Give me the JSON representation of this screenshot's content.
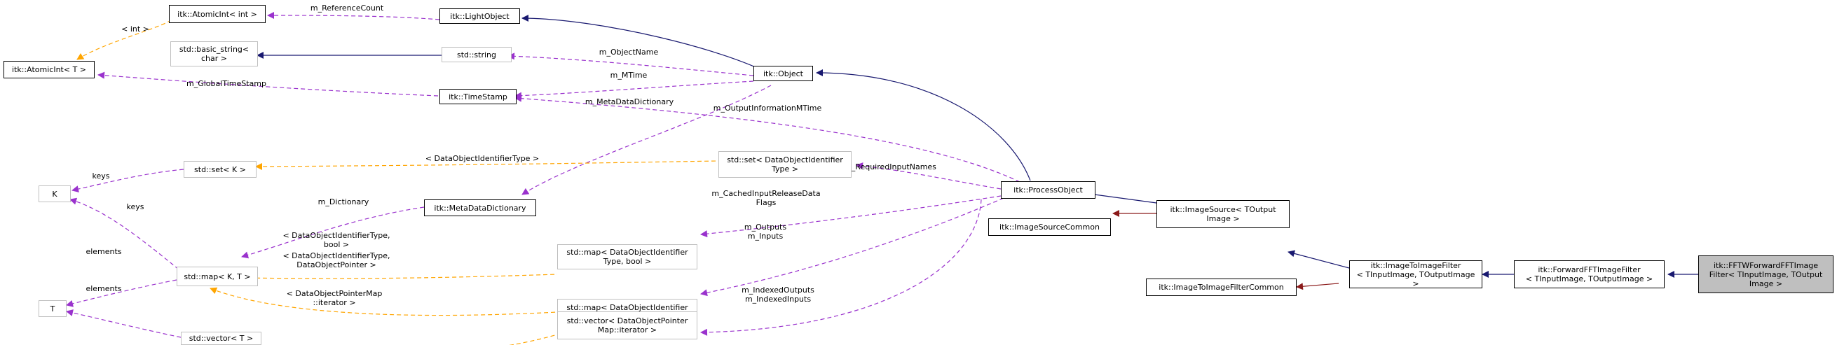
{
  "colors": {
    "inheritance": "#191970",
    "usage": "#9a32cd",
    "template": "#ffa500",
    "protected": "#8b1a1a",
    "node_border": "#000000",
    "faded_border": "#bfbfbf",
    "current_fill": "#bfbfbf"
  },
  "nodes": {
    "atomicint_int": "itk::AtomicInt< int >",
    "atomicint_t": "itk::AtomicInt< T >",
    "lightobject": "itk::LightObject",
    "basic_string": "std::basic_string<\nchar >",
    "std_string": "std::string",
    "timestamp": "itk::TimeStamp",
    "object": "itk::Object",
    "k": "K",
    "std_set_k": "std::set< K >",
    "std_map_kt": "std::map< K, T >",
    "t": "T",
    "std_vector_t": "std::vector< T >",
    "metadatadictionary": "itk::MetaDataDictionary",
    "std_set_doi": "std::set< DataObjectIdentifier\nType >",
    "std_map_doi_bool": "std::map< DataObjectIdentifier\nType, bool >",
    "std_map_doi_dop": "std::map< DataObjectIdentifier\nType, DataObjectPointer >",
    "std_vector_dop": "std::vector< DataObjectPointer\nMap::iterator >",
    "processobject": "itk::ProcessObject",
    "imagesourcecommon": "itk::ImageSourceCommon",
    "imagesource": "itk::ImageSource< TOutput\nImage >",
    "imagetoimagefiltercommon": "itk::ImageToImageFilterCommon",
    "imagetoimagefilter": "itk::ImageToImageFilter\n< TInputImage, TOutputImage >",
    "forwardfftimagefilter": "itk::ForwardFFTImageFilter\n< TInputImage, TOutputImage >",
    "fftwforwardfftimagefilter": "itk::FFTWForwardFFTImage\nFilter< TInputImage, TOutput\nImage >"
  },
  "labels": {
    "int_tmpl": "< int >",
    "m_referencecount": "m_ReferenceCount",
    "m_globaltimestamp": "m_GlobalTimeStamp",
    "m_objectname": "m_ObjectName",
    "m_mtime": "m_MTime",
    "m_metadatadictionary": "m_MetaDataDictionary",
    "m_outputinformationmtime": "m_OutputInformationMTime",
    "doi_type_tmpl": "< DataObjectIdentifierType >",
    "m_requiredinputnames": "m_RequiredInputNames",
    "keys_set": "keys",
    "keys_map": "keys",
    "m_dictionary": "m_Dictionary",
    "m_cachedinputreleasedataflags": "m_CachedInputReleaseData\nFlags",
    "doi_bool_tmpl": "< DataObjectIdentifierType,\nbool >",
    "m_outputs_inputs": "m_Outputs\nm_Inputs",
    "doi_dop_tmpl": "< DataObjectIdentifierType,\nDataObjectPointer >",
    "elements_map": "elements",
    "elements_vector": "elements",
    "dopmap_iter_tmpl": "< DataObjectPointerMap\n::iterator >",
    "m_indexed": "m_IndexedOutputs\nm_IndexedInputs"
  }
}
